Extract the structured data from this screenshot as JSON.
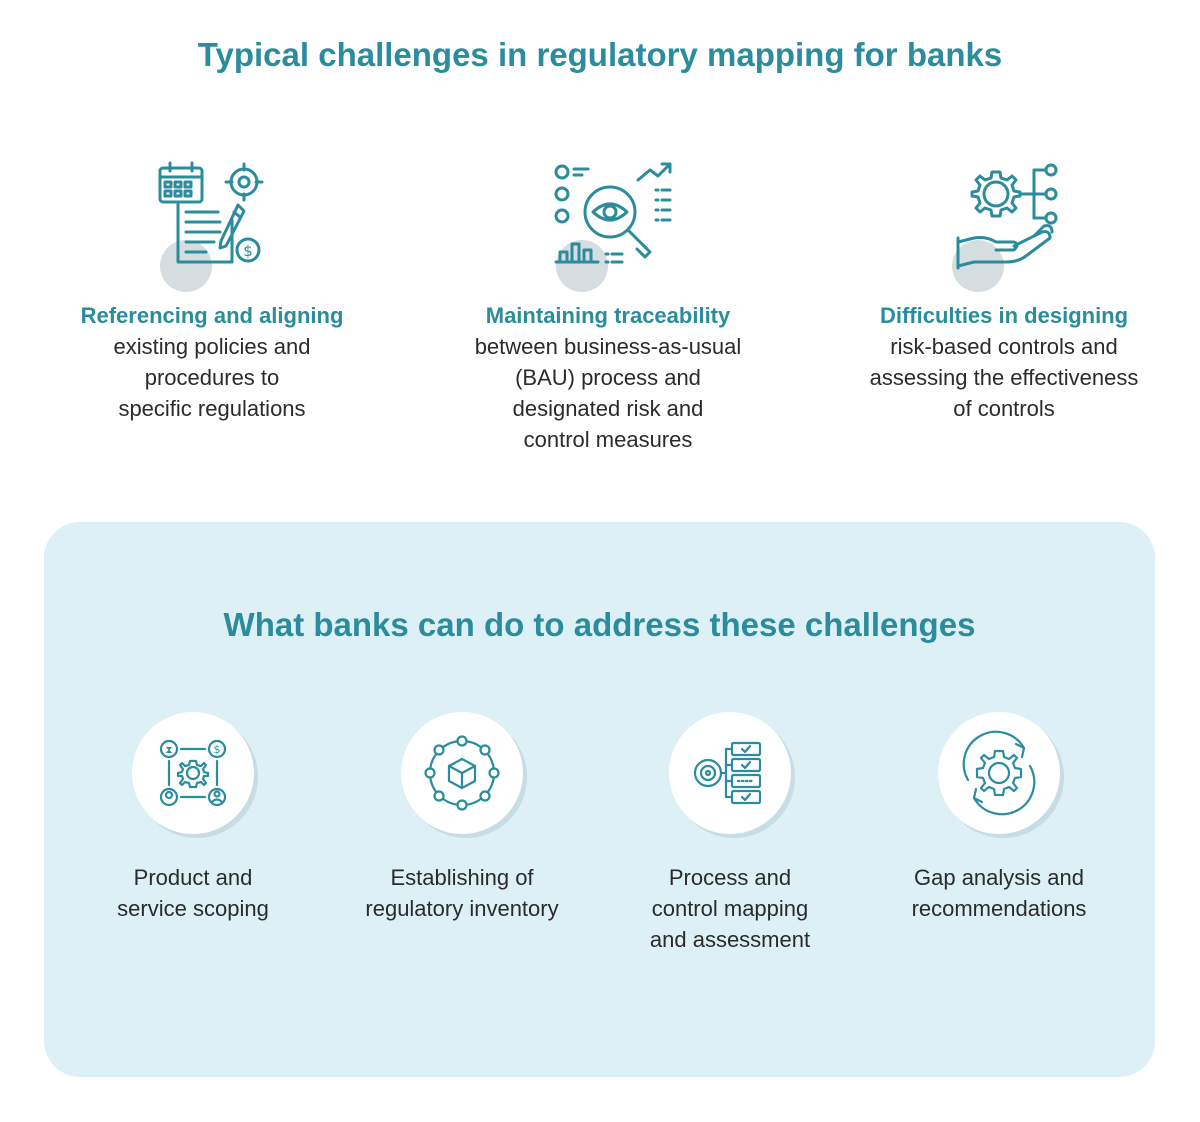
{
  "title": "Typical challenges in regulatory mapping for banks",
  "challenges": [
    {
      "title": "Referencing and aligning",
      "lines": [
        "existing policies and",
        "procedures to",
        "specific regulations"
      ],
      "icon": "document-target-icon"
    },
    {
      "title": "Maintaining traceability",
      "lines": [
        "between business-as-usual",
        "(BAU) process and",
        "designated risk and",
        "control measures"
      ],
      "icon": "magnifier-eye-icon"
    },
    {
      "title": "Difficulties in designing",
      "lines": [
        "risk-based controls and",
        "assessing the effectiveness",
        "of controls"
      ],
      "icon": "hand-gear-icon"
    }
  ],
  "panel": {
    "title": "What banks can do to address these challenges",
    "actions": [
      {
        "lines": [
          "Product and",
          "service scoping"
        ],
        "icon": "gear-network-icon"
      },
      {
        "lines": [
          "Establishing of",
          "regulatory inventory"
        ],
        "icon": "cube-network-icon"
      },
      {
        "lines": [
          "Process and",
          "control mapping",
          "and assessment"
        ],
        "icon": "target-checklist-icon"
      },
      {
        "lines": [
          "Gap analysis and",
          "recommendations"
        ],
        "icon": "gear-cycle-icon"
      }
    ]
  },
  "colors": {
    "accent": "#2a8c9c",
    "panel_bg": "#dcf0f5",
    "icon_stroke": "#2a8c9c",
    "blob": "#d5dde1"
  }
}
